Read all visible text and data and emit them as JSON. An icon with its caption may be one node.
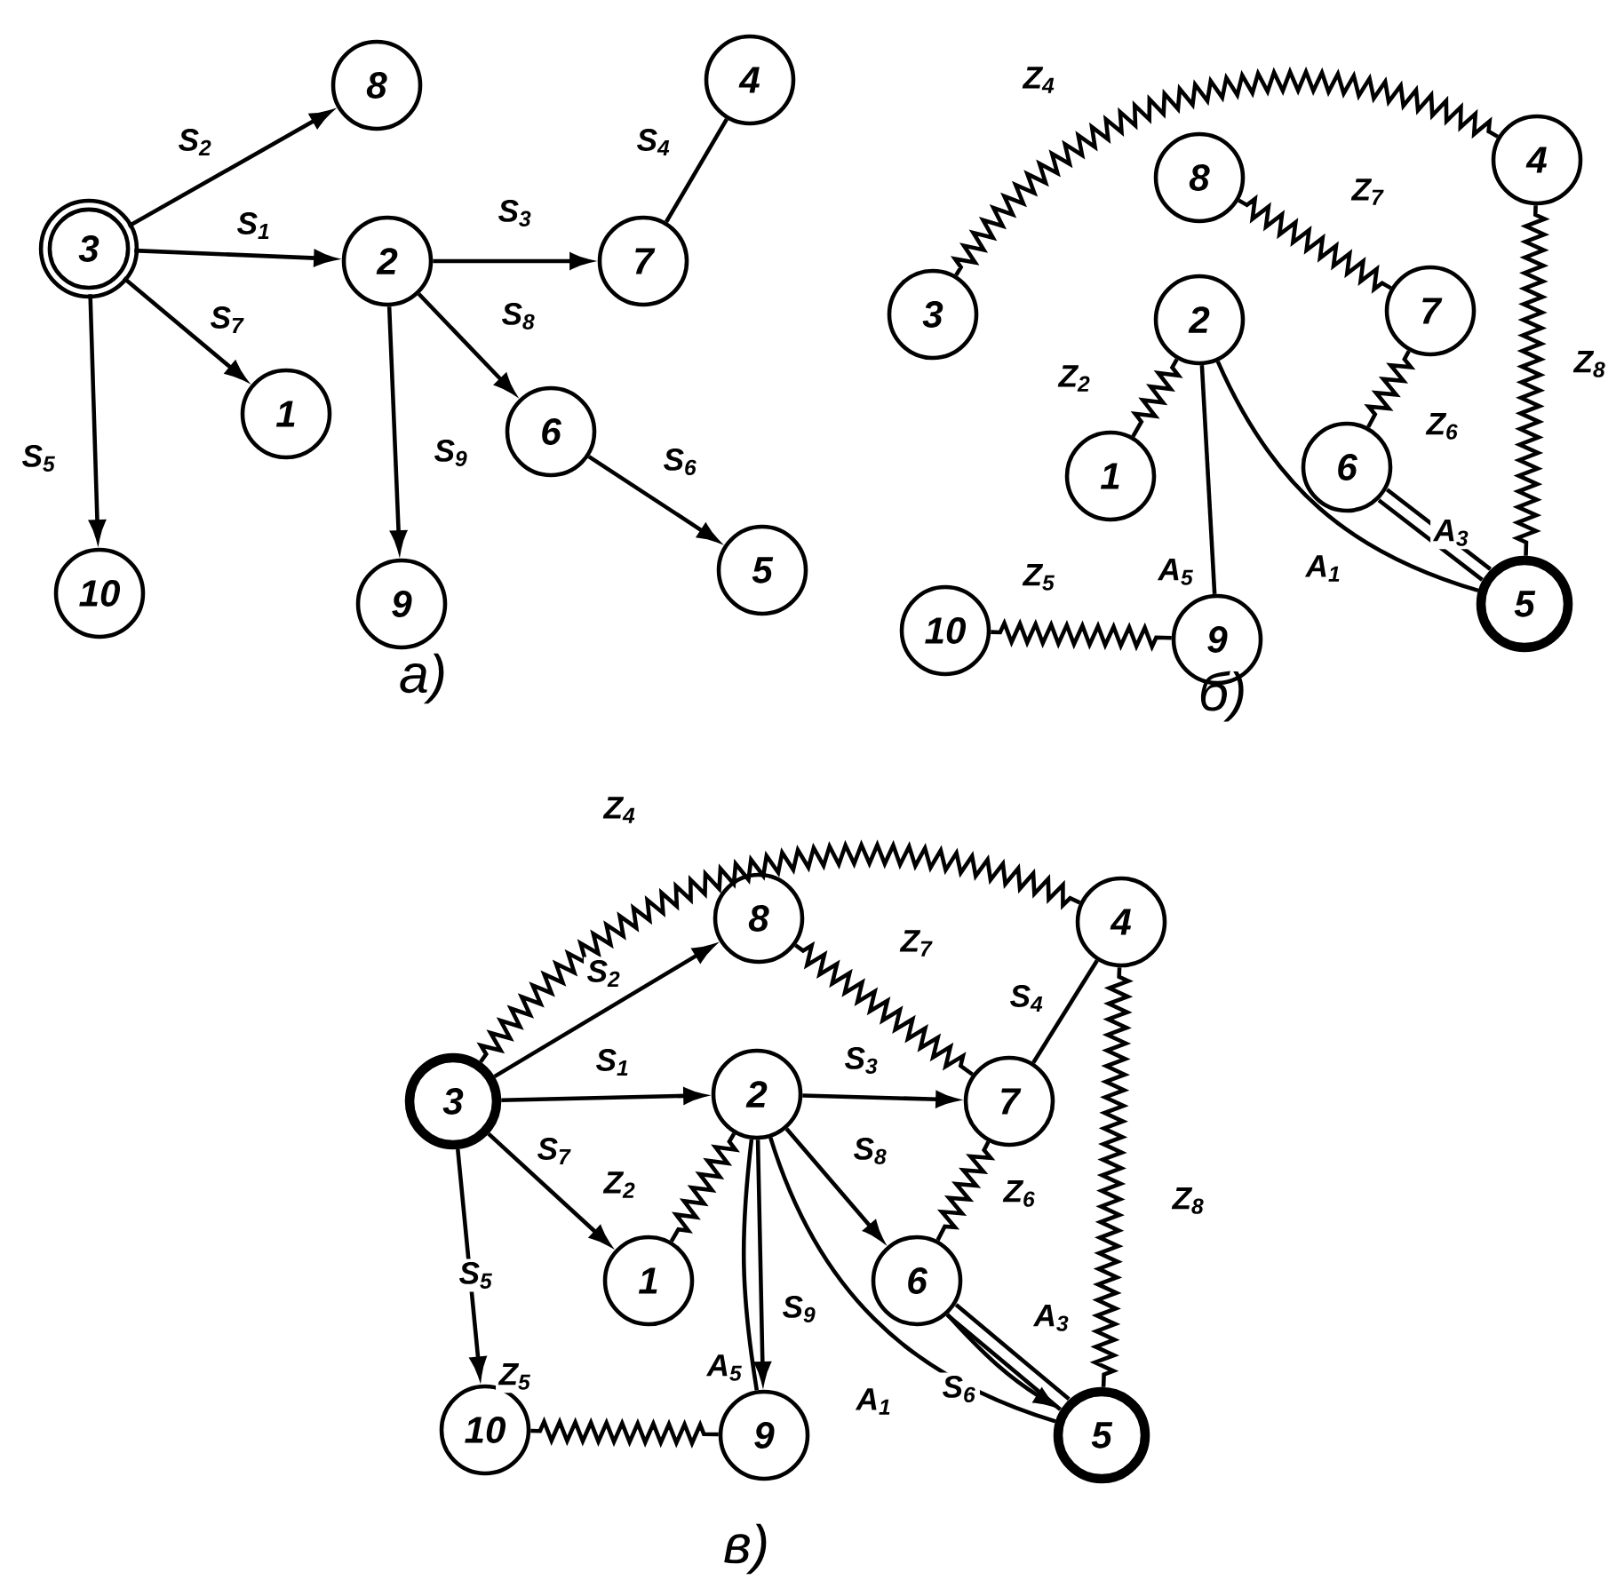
{
  "diagram": {
    "nodes": [
      {
        "text": [
          "3"
        ]
      },
      {
        "text": [
          "8"
        ]
      },
      {
        "text": [
          "2"
        ]
      },
      {
        "text": [
          "4"
        ]
      },
      {
        "text": [
          "7"
        ]
      },
      {
        "text": [
          "1"
        ]
      },
      {
        "text": [
          "6"
        ]
      },
      {
        "text": [
          "10"
        ]
      },
      {
        "text": [
          "9"
        ]
      },
      {
        "text": [
          "5"
        ]
      },
      {
        "text": [
          "3"
        ]
      },
      {
        "text": [
          "8"
        ]
      },
      {
        "text": [
          "4"
        ]
      },
      {
        "text": [
          "2"
        ]
      },
      {
        "text": [
          "7"
        ]
      },
      {
        "text": [
          "1"
        ]
      },
      {
        "text": [
          "6"
        ]
      },
      {
        "text": [
          "10"
        ]
      },
      {
        "text": [
          "9"
        ]
      },
      {
        "text": [
          "5"
        ]
      },
      {
        "text": [
          "3"
        ]
      },
      {
        "text": [
          "8"
        ]
      },
      {
        "text": [
          "4"
        ]
      },
      {
        "text": [
          "2"
        ]
      },
      {
        "text": [
          "7"
        ]
      },
      {
        "text": [
          "1"
        ]
      },
      {
        "text": [
          "6"
        ]
      },
      {
        "text": [
          "10"
        ]
      },
      {
        "text": [
          "9"
        ]
      },
      {
        "text": [
          "5"
        ]
      }
    ],
    "edges": [
      {
        "from": 0,
        "to": 1,
        "arrow": "to",
        "label": "S$_{2}$"
      },
      {
        "from": 0,
        "to": 2,
        "arrow": "to",
        "label": "S$_{1}$"
      },
      {
        "from": 2,
        "to": 4,
        "arrow": "to",
        "label": "S$_{3}$"
      },
      {
        "from": 4,
        "to": 3,
        "arrow": "none",
        "label": "S$_{4}$"
      },
      {
        "from": 0,
        "to": 5,
        "arrow": "to",
        "label": "S$_{7}$"
      },
      {
        "from": 0,
        "to": 7,
        "arrow": "to",
        "label": "S$_{5}$"
      },
      {
        "from": 2,
        "to": 6,
        "arrow": "to",
        "label": "S$_{8}$"
      },
      {
        "from": 2,
        "to": 8,
        "arrow": "to",
        "label": "S$_{9}$"
      },
      {
        "from": 6,
        "to": 9,
        "arrow": "to",
        "label": "S$_{6}$"
      },
      {
        "from": 10,
        "to": 12,
        "arrow": "none",
        "label": "Z$_{4}$"
      },
      {
        "from": 11,
        "to": 14,
        "arrow": "none",
        "label": "Z$_{7}$"
      },
      {
        "from": 12,
        "to": 19,
        "arrow": "none",
        "label": "Z$_{8}$"
      },
      {
        "from": 13,
        "to": 15,
        "arrow": "none",
        "label": "Z$_{2}$"
      },
      {
        "from": 14,
        "to": 16,
        "arrow": "none",
        "label": "Z$_{6}$"
      },
      {
        "from": 17,
        "to": 18,
        "arrow": "none",
        "label": "Z$_{5}$"
      },
      {
        "from": 13,
        "to": 18,
        "arrow": "none",
        "label": "A$_{5}$"
      },
      {
        "from": 13,
        "to": 19,
        "arrow": "none",
        "label": "A$_{1}$"
      },
      {
        "from": 16,
        "to": 19,
        "arrow": "none",
        "label": "A$_{3}$",
        "style": "thick"
      },
      {
        "from": 20,
        "to": 22,
        "arrow": "none",
        "label": "Z$_{4}$"
      },
      {
        "from": 20,
        "to": 21,
        "arrow": "to",
        "label": "S$_{2}$"
      },
      {
        "from": 20,
        "to": 23,
        "arrow": "to",
        "label": "S$_{1}$"
      },
      {
        "from": 23,
        "to": 24,
        "arrow": "to",
        "label": "S$_{3}$"
      },
      {
        "from": 24,
        "to": 22,
        "arrow": "none",
        "label": "S$_{4}$"
      },
      {
        "from": 21,
        "to": 24,
        "arrow": "none",
        "label": "Z$_{7}$"
      },
      {
        "from": 20,
        "to": 25,
        "arrow": "to",
        "label": "S$_{7}$"
      },
      {
        "from": 23,
        "to": 25,
        "arrow": "none",
        "label": "Z$_{2}$"
      },
      {
        "from": 23,
        "to": 26,
        "arrow": "to",
        "label": "S$_{8}$"
      },
      {
        "from": 24,
        "to": 26,
        "arrow": "none",
        "label": "Z$_{6}$"
      },
      {
        "from": 22,
        "to": 29,
        "arrow": "none",
        "label": "Z$_{8}$"
      },
      {
        "from": 20,
        "to": 27,
        "arrow": "to",
        "label": "S$_{5}$"
      },
      {
        "from": 23,
        "to": 28,
        "arrow": "to",
        "label": "S$_{9}$"
      },
      {
        "from": 26,
        "to": 29,
        "arrow": "none",
        "label": "A$_{3}$",
        "style": "thick"
      },
      {
        "from": 26,
        "to": 29,
        "arrow": "to",
        "label": "S$_{6}$"
      },
      {
        "from": 23,
        "to": 29,
        "arrow": "none",
        "label": "A$_{1}$"
      },
      {
        "from": 27,
        "to": 28,
        "arrow": "none",
        "label": "Z$_{5}$"
      },
      {
        "from": 23,
        "to": 28,
        "arrow": "none",
        "label": "A$_{5}$"
      }
    ],
    "labels": [
      "а)",
      "б)",
      "в)"
    ]
  }
}
